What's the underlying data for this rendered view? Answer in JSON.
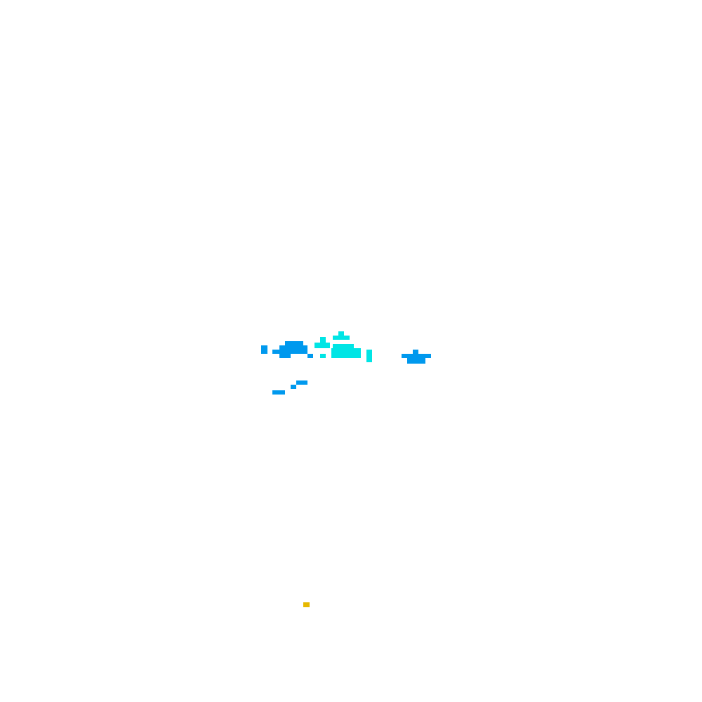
{
  "game": {
    "background_color": "#ffffff"
  },
  "colors": {
    "blue": "#0099ee",
    "cyan": "#00e5e5",
    "yellow": "#e6b800"
  },
  "entities": [
    {
      "name": "blue-invader-sprite",
      "color_key": "blue"
    },
    {
      "name": "cyan-invader-sprite",
      "color_key": "cyan"
    },
    {
      "name": "blue-ship-sprite",
      "color_key": "blue"
    },
    {
      "name": "blue-debris-sprite",
      "color_key": "blue"
    },
    {
      "name": "yellow-projectile",
      "color_key": "yellow"
    }
  ]
}
